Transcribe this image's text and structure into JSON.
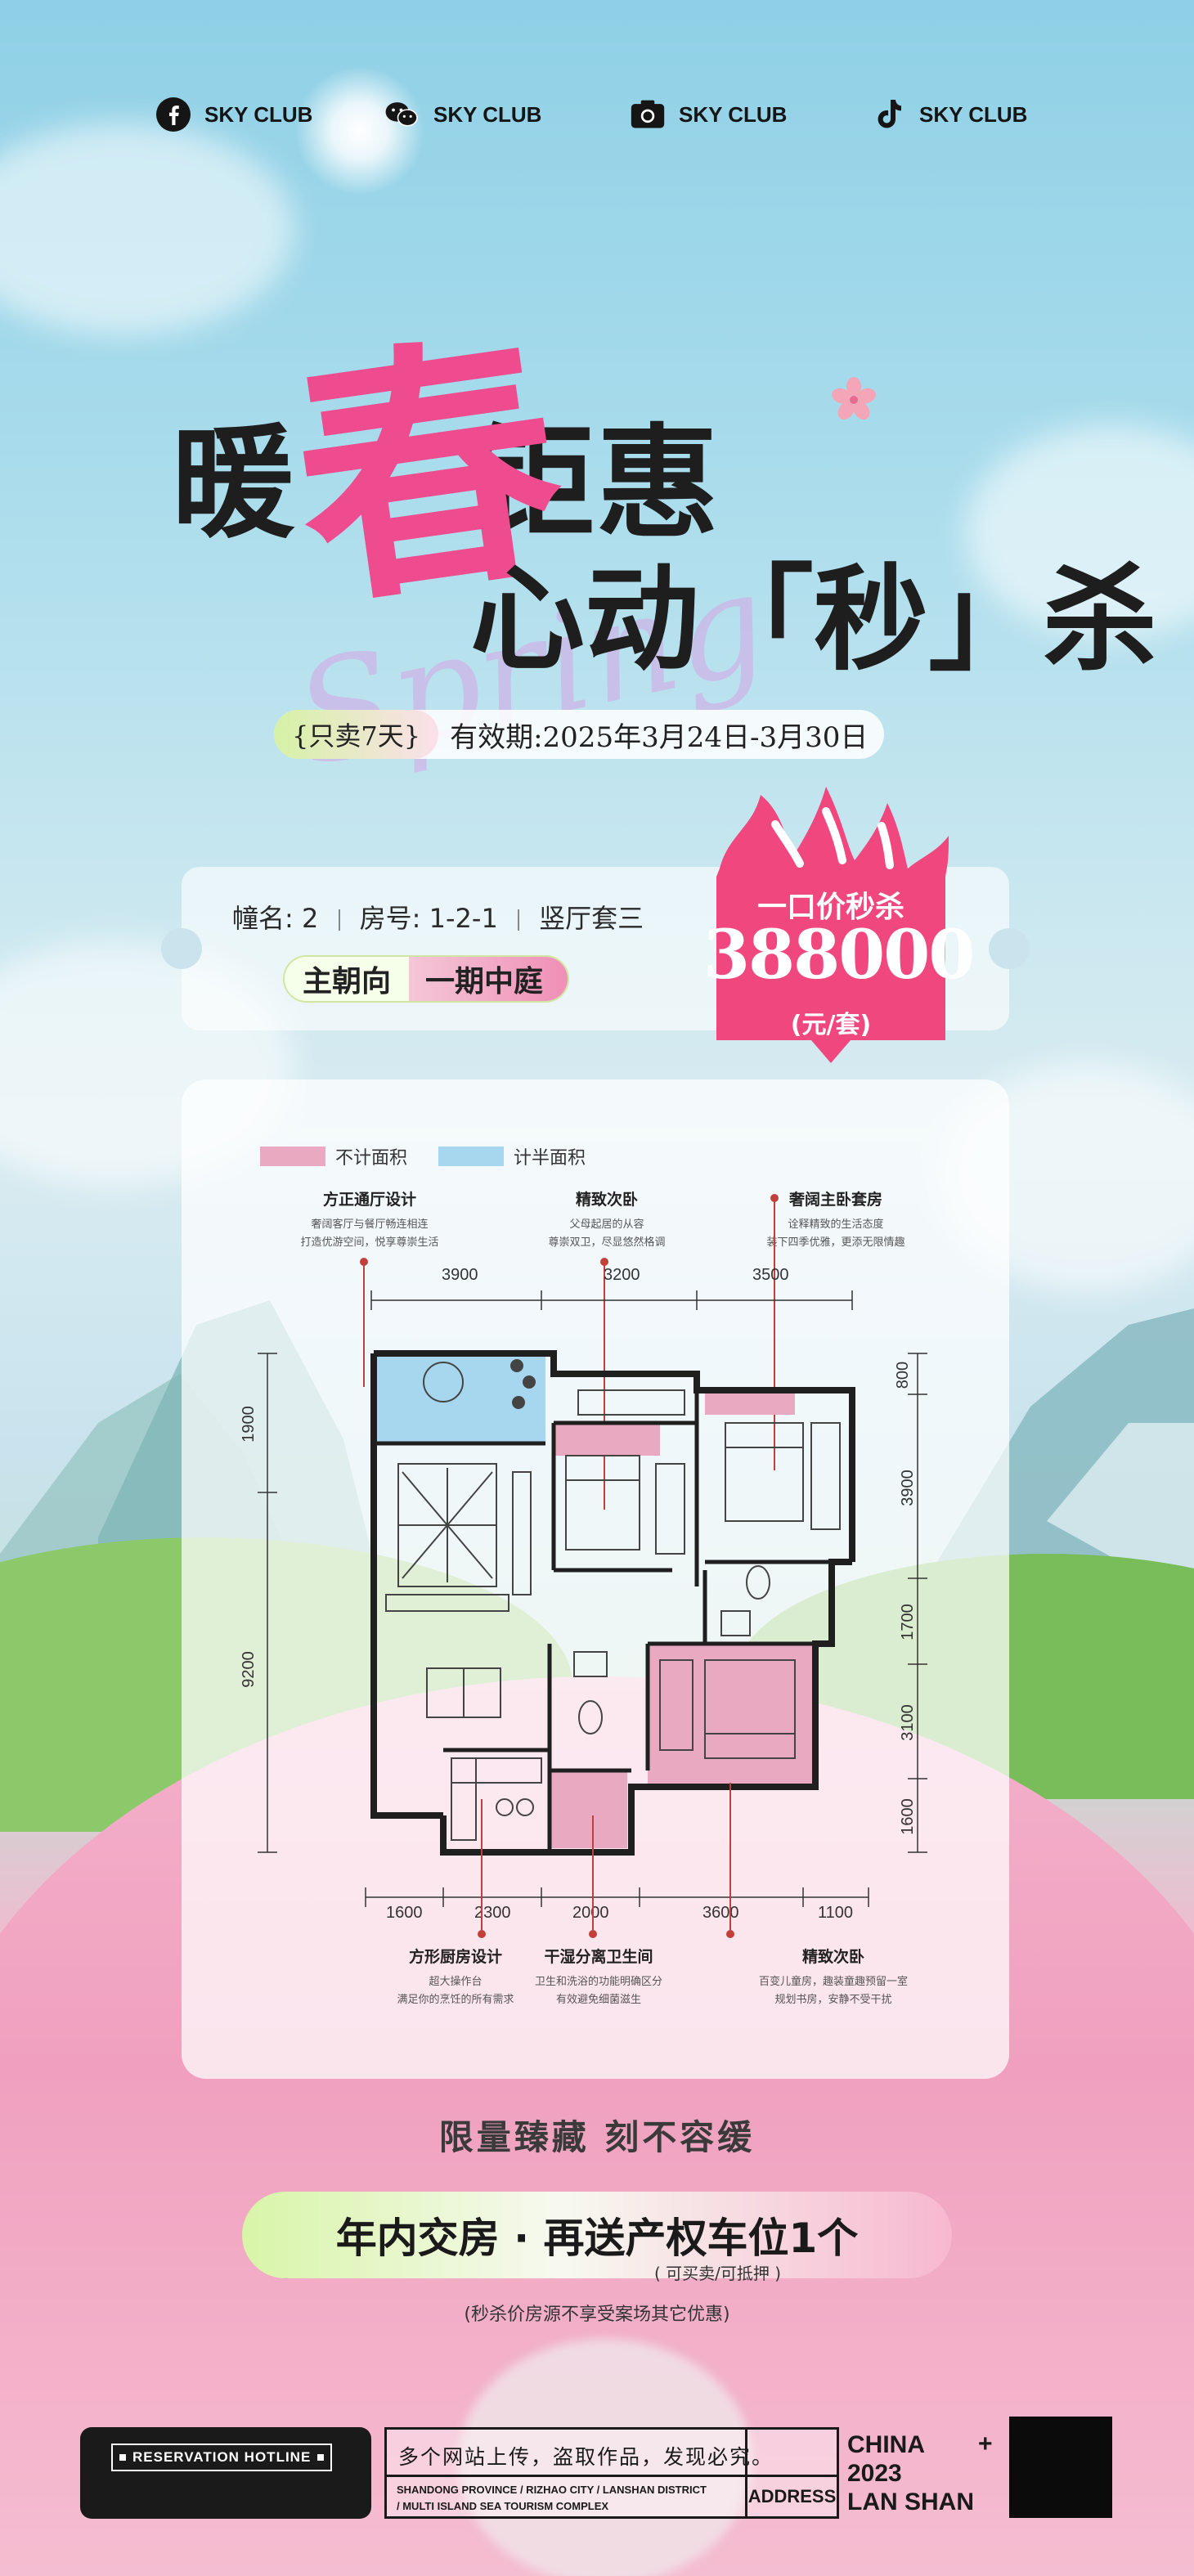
{
  "social": [
    {
      "icon": "facebook-icon",
      "label": "SKY CLUB"
    },
    {
      "icon": "wechat-icon",
      "label": "SKY CLUB"
    },
    {
      "icon": "camera-icon",
      "label": "SKY CLUB"
    },
    {
      "icon": "tiktok-icon",
      "label": "SKY CLUB"
    }
  ],
  "headline": {
    "char_warm": "暖",
    "char_spring": "春",
    "row1_rest": "钜惠",
    "row2": "心动「秒」杀",
    "script_word": "Spring"
  },
  "validity": {
    "tag": "{只卖7天}",
    "text": "有效期:2025年3月24日-3月30日"
  },
  "listing": {
    "building_label": "幢名:",
    "building": "2",
    "room_label": "房号:",
    "room": "1-2-1",
    "layout": "竖厅套三",
    "orientation": "主朝向",
    "court": "一期中庭"
  },
  "price": {
    "label": "一口价秒杀",
    "value": "388000",
    "unit": "(元/套)"
  },
  "plan": {
    "legend": [
      {
        "label": "不计面积",
        "color": "#e8a9c1"
      },
      {
        "label": "计半面积",
        "color": "#a7d6ef"
      }
    ],
    "features_top": [
      {
        "title": "方正通厅设计",
        "desc1": "奢阔客厅与餐厅畅连相连",
        "desc2": "打造优游空间，悦享尊崇生活"
      },
      {
        "title": "精致次卧",
        "desc1": "父母起居的从容",
        "desc2": "尊崇双卫，尽显悠然格调"
      },
      {
        "title": "奢阔主卧套房",
        "desc1": "诠释精致的生活态度",
        "desc2": "装下四季优雅，更添无限情趣"
      }
    ],
    "features_bottom": [
      {
        "title": "方形厨房设计",
        "desc1": "超大操作台",
        "desc2": "满足你的烹饪的所有需求"
      },
      {
        "title": "干湿分离卫生间",
        "desc1": "卫生和洗浴的功能明确区分",
        "desc2": "有效避免细菌滋生"
      },
      {
        "title": "精致次卧",
        "desc1": "百变儿童房，趣装童趣预留一室",
        "desc2": "规划书房，安静不受干扰"
      }
    ],
    "dims_top": [
      "3900",
      "3200",
      "3500"
    ],
    "dims_bottom": [
      "1600",
      "2300",
      "2000",
      "3600",
      "1100"
    ],
    "dims_left": [
      "1900",
      "9200"
    ],
    "dims_right": [
      "800",
      "3900",
      "1700",
      "3100",
      "1600"
    ]
  },
  "slogan": "限量臻藏  刻不容缓",
  "bonus": {
    "text": "年内交房 · 再送产权车位1个",
    "note": "( 可买卖/可抵押 )"
  },
  "disclaimer": "(秒杀价房源不享受案场其它优惠)",
  "footer": {
    "hotline_label": "RESERVATION HOTLINE",
    "slogan": "多个网站上传，盗取作品，发现必究。",
    "address_line1": "SHANDONG PROVINCE / RIZHAO CITY / LANSHAN DISTRICT",
    "address_line2": "/ MULTI ISLAND SEA TOURISM COMPLEX",
    "address_label": "ADDRESS",
    "country": "CHINA",
    "year": "2023",
    "place": "LAN SHAN",
    "plus": "+"
  },
  "colors": {
    "accent_pink": "#ef4c8f",
    "price_red": "#f0477f",
    "text_dark": "#1e1e1e"
  }
}
